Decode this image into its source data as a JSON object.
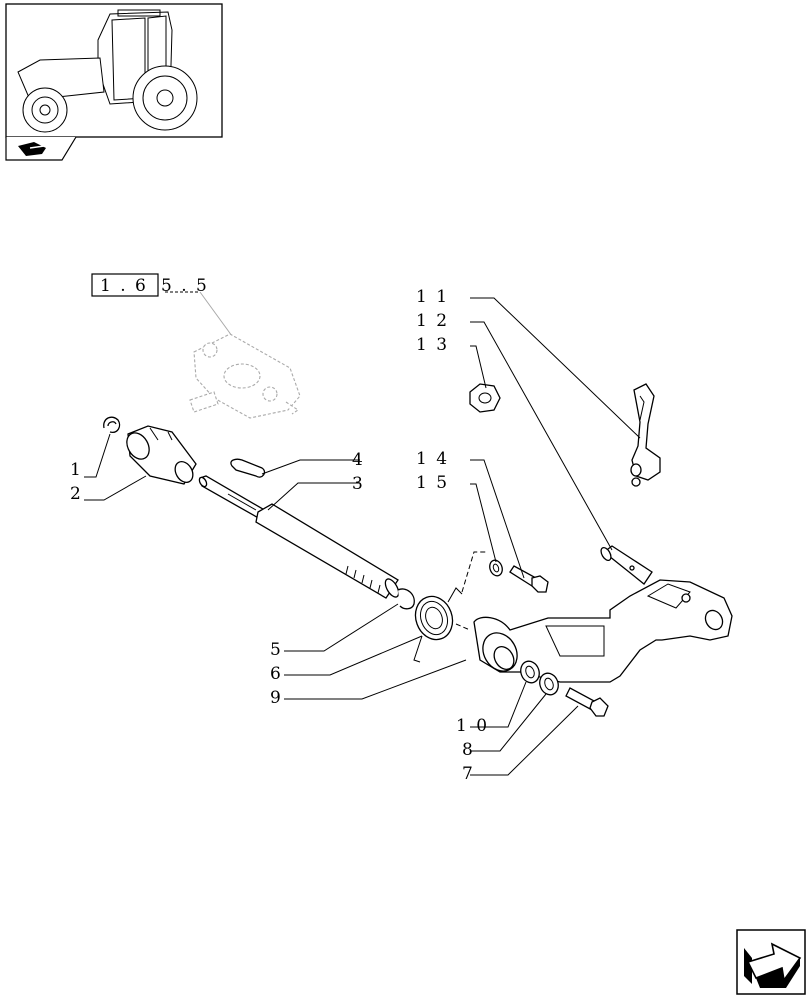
{
  "thumbnail": {
    "icon": "tractor-cab-icon",
    "nav_icon": "transmission-section-icon"
  },
  "reference_box": {
    "text": "1 . 6",
    "suffix": "5 . 5"
  },
  "callouts": {
    "c1": "1",
    "c2": "2",
    "c3": "3",
    "c4": "4",
    "c5": "5",
    "c6": "6",
    "c7": "7",
    "c8": "8",
    "c9": "9",
    "c10": "1 0",
    "c11": "1 1",
    "c12": "1 2",
    "c13": "1 3",
    "c14": "1 4",
    "c15": "1 5"
  },
  "nav_button": {
    "icon": "next-page-arrow-icon"
  }
}
